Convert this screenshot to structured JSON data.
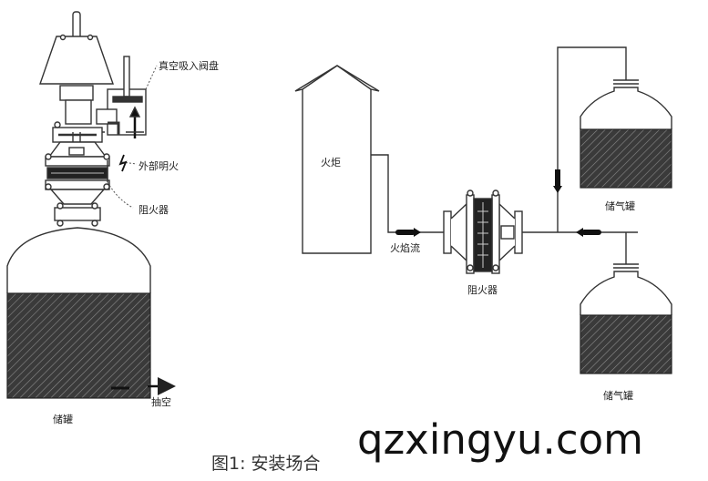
{
  "figure": {
    "caption": "图1: 安装场合",
    "watermark": "qzxingyu.com"
  },
  "left_assembly": {
    "labels": {
      "vacuum_valve": "真空吸入阀盘",
      "external_flame": "外部明火",
      "flame_arrester": "阻火器",
      "tank": "储罐",
      "evacuation": "抽空"
    }
  },
  "right_assembly": {
    "labels": {
      "flare": "火炬",
      "flame_flow": "火焰流",
      "flame_arrester": "阻火器",
      "gas_tank_top": "储气罐",
      "gas_tank_bottom": "储气罐"
    }
  },
  "colors": {
    "line": "#333333",
    "fill_dark": "#3a3a3a",
    "hatch": "#8a8a8a",
    "background": "#ffffff"
  }
}
